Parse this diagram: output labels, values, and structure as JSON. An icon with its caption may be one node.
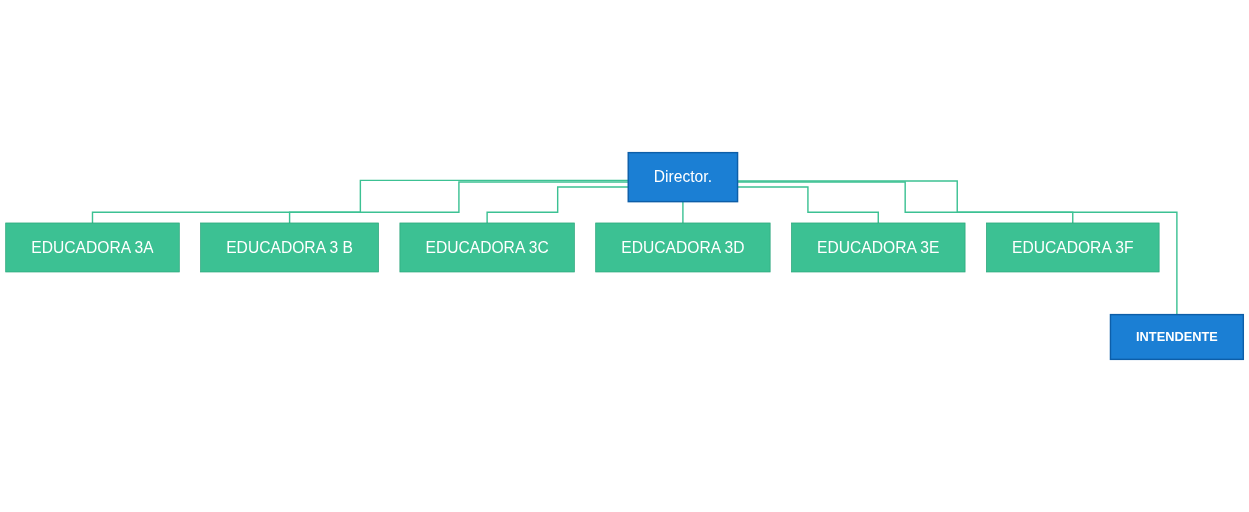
{
  "diagram": {
    "nodes": [
      {
        "text": [
          "Director."
        ]
      },
      {
        "text": [
          "EDUCADORA 3A"
        ]
      },
      {
        "text": [
          "EDUCADORA 3 B"
        ]
      },
      {
        "text": [
          "EDUCADORA 3C"
        ]
      },
      {
        "text": [
          "EDUCADORA 3D"
        ]
      },
      {
        "text": [
          "EDUCADORA 3E"
        ]
      },
      {
        "text": [
          "EDUCADORA 3F"
        ]
      },
      {
        "text": [
          "INTENDENTE"
        ]
      }
    ],
    "edges": [
      {
        "from": 0,
        "to": 1,
        "arrow": "none"
      },
      {
        "from": 0,
        "to": 2,
        "arrow": "none"
      },
      {
        "from": 0,
        "to": 3,
        "arrow": "none"
      },
      {
        "from": 0,
        "to": 4,
        "arrow": "none"
      },
      {
        "from": 0,
        "to": 5,
        "arrow": "none"
      },
      {
        "from": 0,
        "to": 6,
        "arrow": "none"
      },
      {
        "from": 0,
        "to": 7,
        "arrow": "none"
      }
    ]
  }
}
